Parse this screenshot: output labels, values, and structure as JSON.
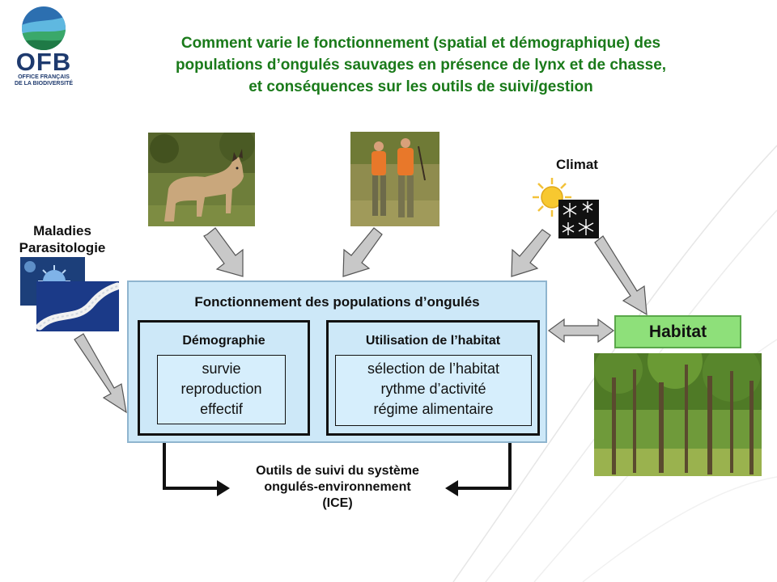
{
  "logo": {
    "text": "OFB",
    "sub_line1": "OFFICE FRANÇAIS",
    "sub_line2": "DE LA BIODIVERSITÉ"
  },
  "title": {
    "line1": "Comment varie le fonctionnement (spatial et démographique) des",
    "line2": "populations d’ongulés sauvages en présence de lynx et de chasse,",
    "line3": "et conséquences sur les outils de suivi/gestion"
  },
  "labels": {
    "climat": "Climat",
    "maladies_line1": "Maladies",
    "maladies_line2": "Parasitologie"
  },
  "central": {
    "title": "Fonctionnement des populations d’ongulés",
    "demographie": {
      "title": "Démographie",
      "items": [
        "survie",
        "reproduction",
        "effectif"
      ]
    },
    "habitat_use": {
      "title": "Utilisation de l’habitat",
      "items": [
        "sélection de l’habitat",
        "rythme d’activité",
        "régime alimentaire"
      ]
    }
  },
  "habitat": {
    "label": "Habitat"
  },
  "ice": {
    "line1": "Outils de suivi du système",
    "line2": "ongulés-environnement",
    "line3": "(ICE)"
  },
  "colors": {
    "title_green": "#1a7a1a",
    "panel_blue": "#cde8f8",
    "habitat_green": "#8ee07a",
    "arrow_gray": "#c8c8c8"
  },
  "icons": [
    "ofb-logo-icon",
    "sun-icon",
    "snowflake-icon",
    "virus-icon"
  ]
}
